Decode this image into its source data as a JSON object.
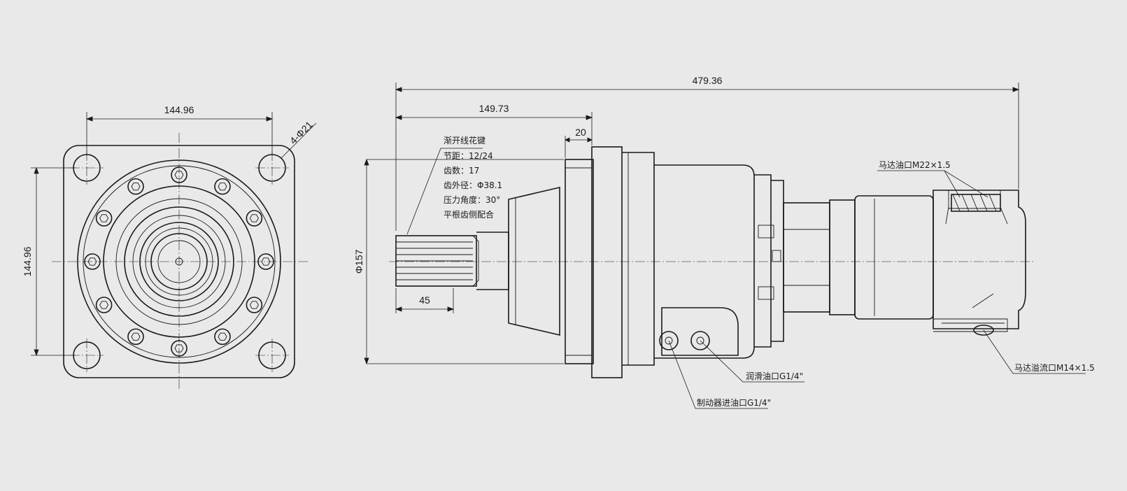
{
  "front_view": {
    "width_dim": "144.96",
    "height_dim": "144.96",
    "hole_note": "4-Φ21"
  },
  "side_view": {
    "overall_length": "479.36",
    "flange_length": "149.73",
    "flange_thickness": "20",
    "shaft_length": "45",
    "diameter": "Φ157"
  },
  "spline_spec": {
    "title": "渐开线花键",
    "lines": [
      "节距：12/24",
      "齿数：17",
      "齿外径：Φ38.1",
      "压力角度：30°",
      "平根齿侧配合"
    ]
  },
  "callouts": {
    "motor_port": "马达油口M22×1.5",
    "lube_port": "润滑油口G1/4\"",
    "brake_port": "制动器进油口G1/4\"",
    "overflow_port": "马达溢流口M14×1.5"
  },
  "colors": {
    "background": "#e9e9e9",
    "line": "#1a1a1a"
  }
}
